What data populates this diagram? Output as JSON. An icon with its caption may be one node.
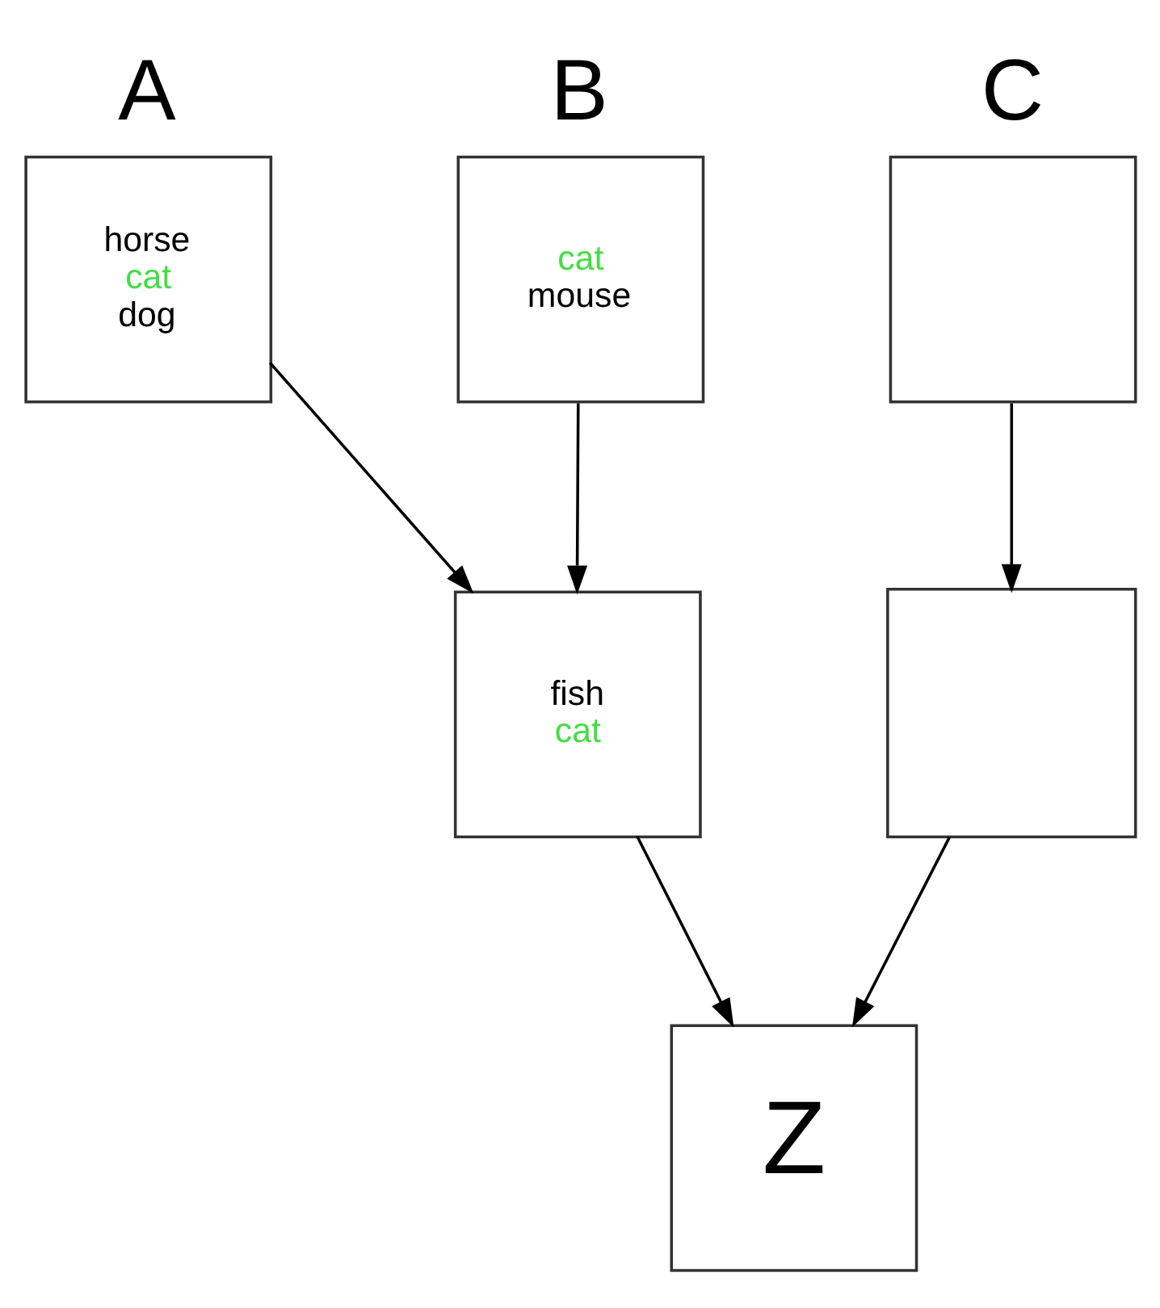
{
  "diagram": {
    "nodes": [
      {
        "text": [
          "A",
          "horse",
          "cat",
          "dog"
        ]
      },
      {
        "text": [
          "B",
          "cat",
          "mouse"
        ]
      },
      {
        "text": [
          "C"
        ]
      },
      {
        "text": [
          "fish",
          "cat"
        ]
      },
      {
        "text": [],
        "shape": "box"
      },
      {
        "text": [
          "Z"
        ]
      }
    ],
    "edges": [
      {
        "from": 0,
        "to": 3,
        "arrow": "to"
      },
      {
        "from": 1,
        "to": 3,
        "arrow": "to"
      },
      {
        "from": 2,
        "to": 4,
        "arrow": "to"
      },
      {
        "from": 3,
        "to": 5,
        "arrow": "to"
      },
      {
        "from": 4,
        "to": 5,
        "arrow": "to"
      }
    ]
  }
}
